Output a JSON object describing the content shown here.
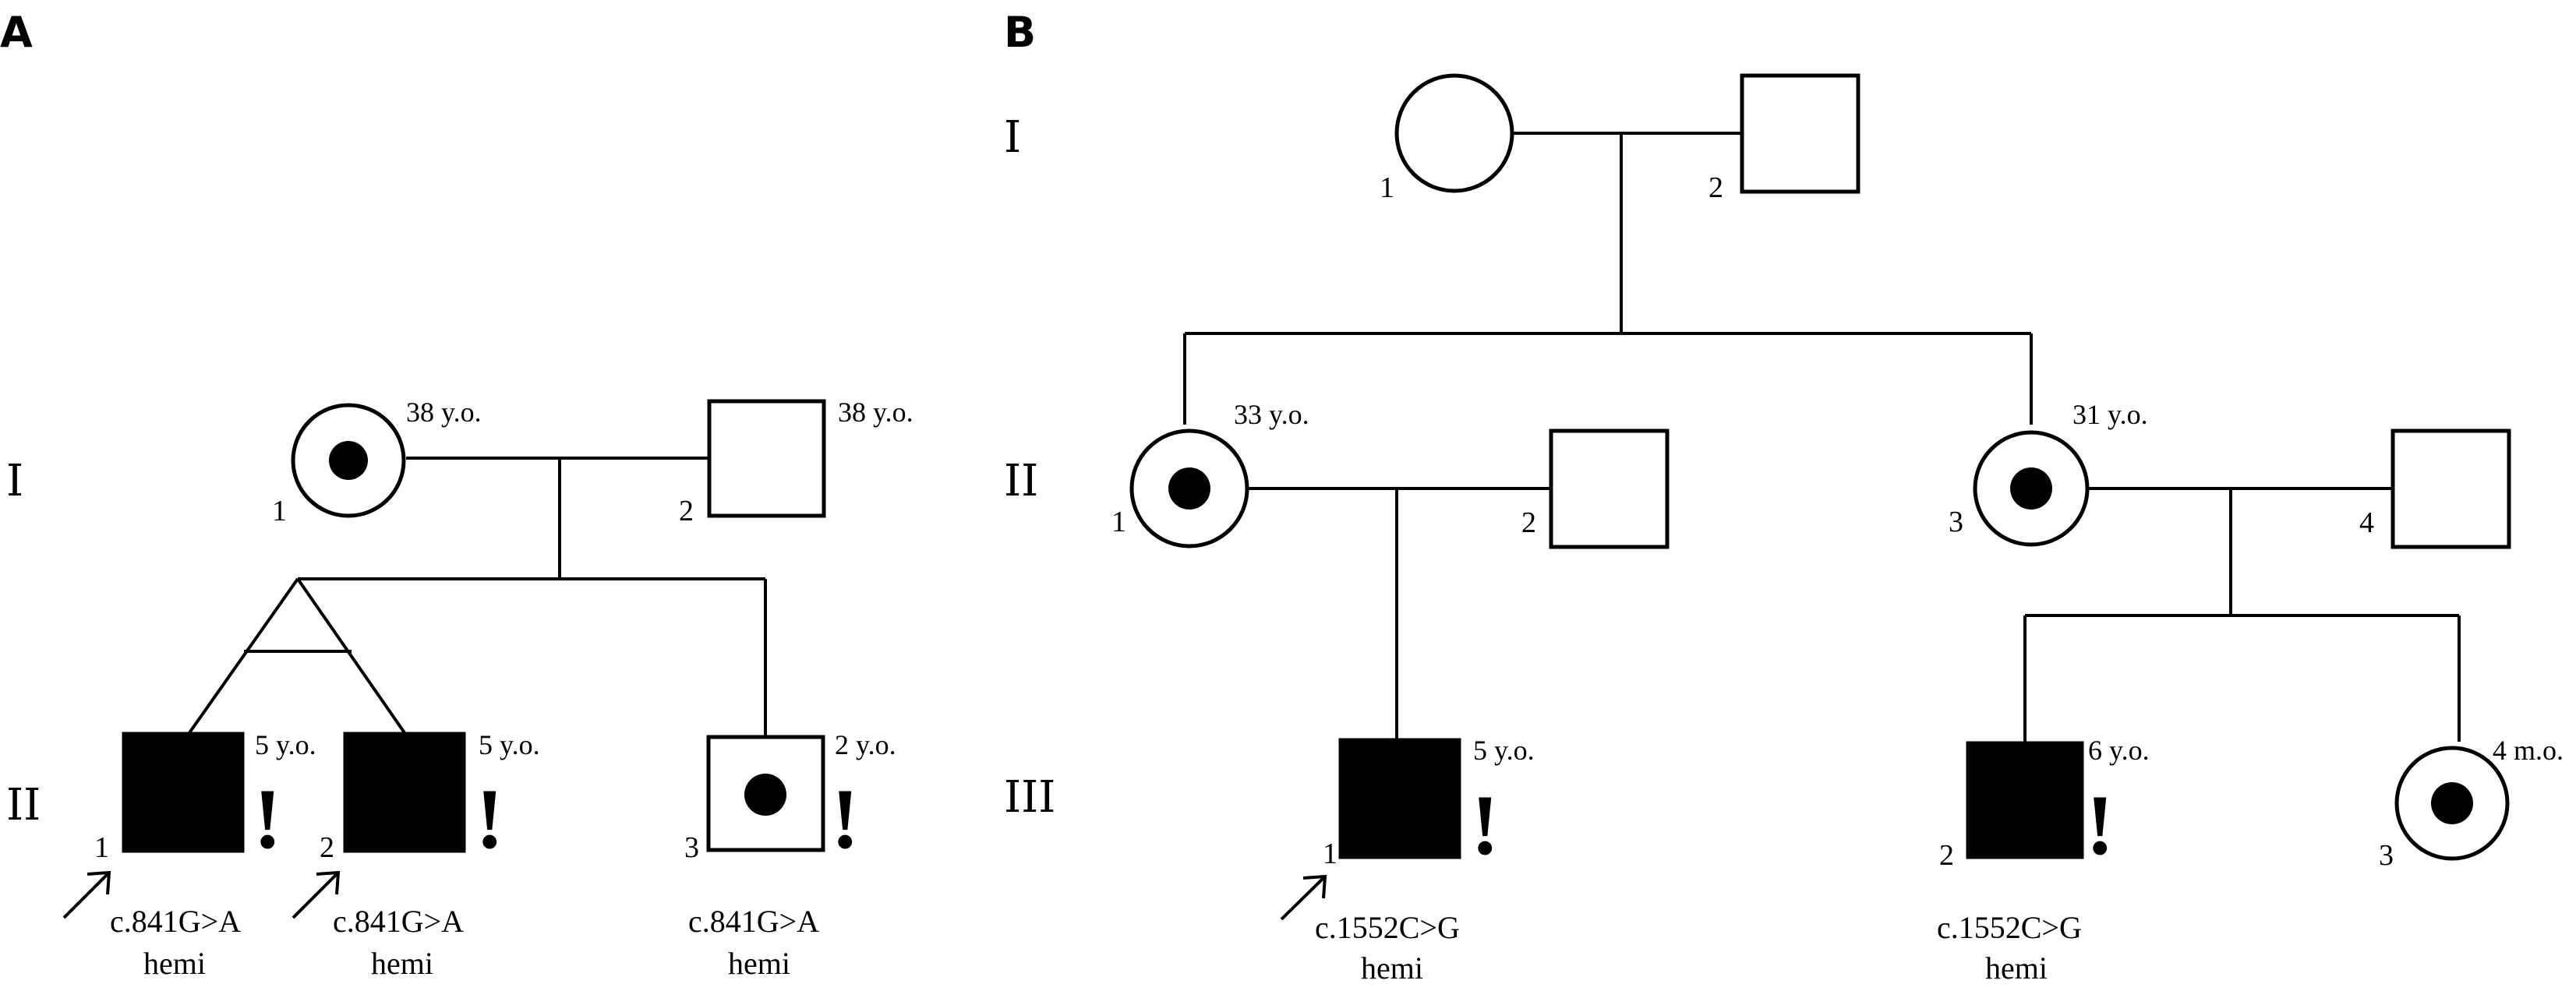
{
  "panels": {
    "a": {
      "label": "A"
    },
    "b": {
      "label": "B"
    }
  },
  "generations": {
    "i": "I",
    "ii": "II",
    "iii": "III"
  },
  "pedigree_a": {
    "i1": {
      "number": "1",
      "age": "38 y.o."
    },
    "i2": {
      "number": "2",
      "age": "38 y.o."
    },
    "ii1": {
      "number": "1",
      "age": "5 y.o.",
      "mark": "!",
      "variant": "c.841G>A",
      "zygosity": "hemi"
    },
    "ii2": {
      "number": "2",
      "age": "5 y.o.",
      "mark": "!",
      "variant": "c.841G>A",
      "zygosity": "hemi"
    },
    "ii3": {
      "number": "3",
      "age": "2 y.o.",
      "mark": "!",
      "variant": "c.841G>A",
      "zygosity": "hemi"
    }
  },
  "pedigree_b": {
    "i1": {
      "number": "1"
    },
    "i2": {
      "number": "2"
    },
    "ii1": {
      "number": "1",
      "age": "33 y.o."
    },
    "ii2": {
      "number": "2"
    },
    "ii3": {
      "number": "3",
      "age": "31 y.o."
    },
    "ii4": {
      "number": "4"
    },
    "iii1": {
      "number": "1",
      "age": "5 y.o.",
      "mark": "!",
      "variant": "c.1552C>G",
      "zygosity": "hemi"
    },
    "iii2": {
      "number": "2",
      "age": "6 y.o.",
      "mark": "!",
      "variant": "c.1552C>G",
      "zygosity": "hemi"
    },
    "iii3": {
      "number": "3",
      "age": "4 m.o."
    }
  }
}
